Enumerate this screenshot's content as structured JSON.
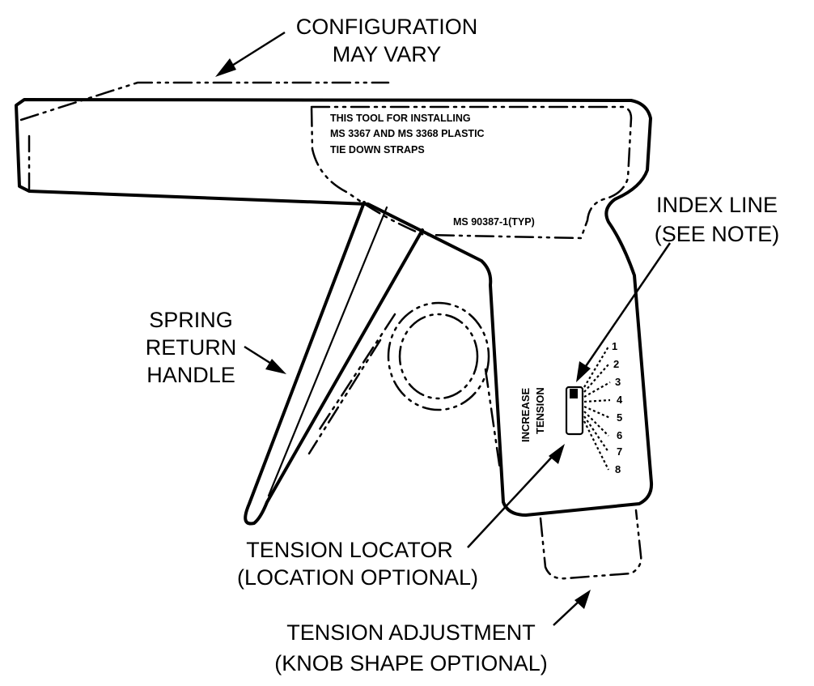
{
  "callouts": {
    "configuration": [
      "CONFIGURATION",
      "MAY VARY"
    ],
    "index_line": [
      "INDEX LINE",
      "(SEE NOTE)"
    ],
    "spring_handle": [
      "SPRING",
      "RETURN",
      "HANDLE"
    ],
    "tension_locator": [
      "TENSION LOCATOR",
      "(LOCATION OPTIONAL)"
    ],
    "tension_adjustment": [
      "TENSION ADJUSTMENT",
      "(KNOB SHAPE OPTIONAL)"
    ]
  },
  "tool_label": {
    "lines": [
      "THIS TOOL FOR INSTALLING",
      "MS 3367 AND MS 3368 PLASTIC",
      "TIE DOWN STRAPS"
    ],
    "part_number": "MS 90387-1(TYP)"
  },
  "tension_scale": {
    "caption": [
      "INCREASE",
      "TENSION"
    ],
    "marks": [
      "1",
      "2",
      "3",
      "4",
      "5",
      "6",
      "7",
      "8"
    ]
  }
}
